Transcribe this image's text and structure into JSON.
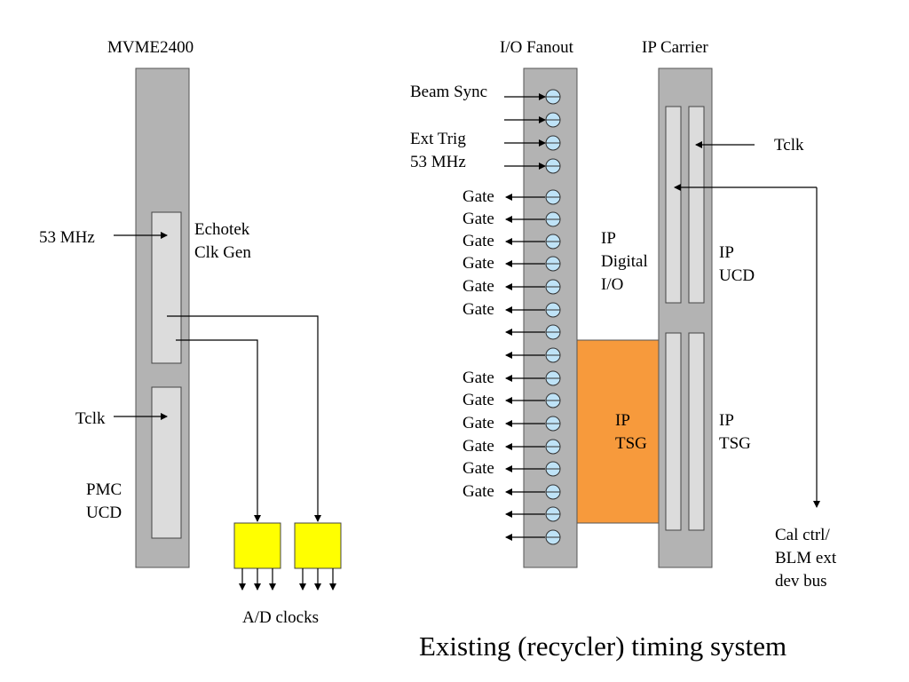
{
  "title": "Existing (recycler) timing system",
  "mvme": {
    "header": "MVME2400",
    "echotek_label": "Echotek\nClk Gen",
    "input_53": "53 MHz",
    "tclk": "Tclk",
    "pmc_label": "PMC\nUCD",
    "ad_clocks": "A/D clocks"
  },
  "fanout": {
    "header": "I/O Fanout",
    "inputs": [
      "Beam Sync",
      "Ext Trig\n53 MHz"
    ],
    "gate_label": "Gate",
    "ip_digital_label": "IP\nDigital\nI/O",
    "ip_tsg_label": "IP\nTSG"
  },
  "carrier": {
    "header": "IP Carrier",
    "tclk": "Tclk",
    "ucd_label": "IP\nUCD",
    "tsg_label": "IP\nTSG",
    "bus_label": "Cal ctrl/\nBLM ext\ndev bus"
  },
  "colors": {
    "board": "#b3b3b3",
    "module": "#dcdcdc",
    "connector": "#bfe3f7",
    "orange": "#f79a3c",
    "yellow": "#ffff00"
  }
}
